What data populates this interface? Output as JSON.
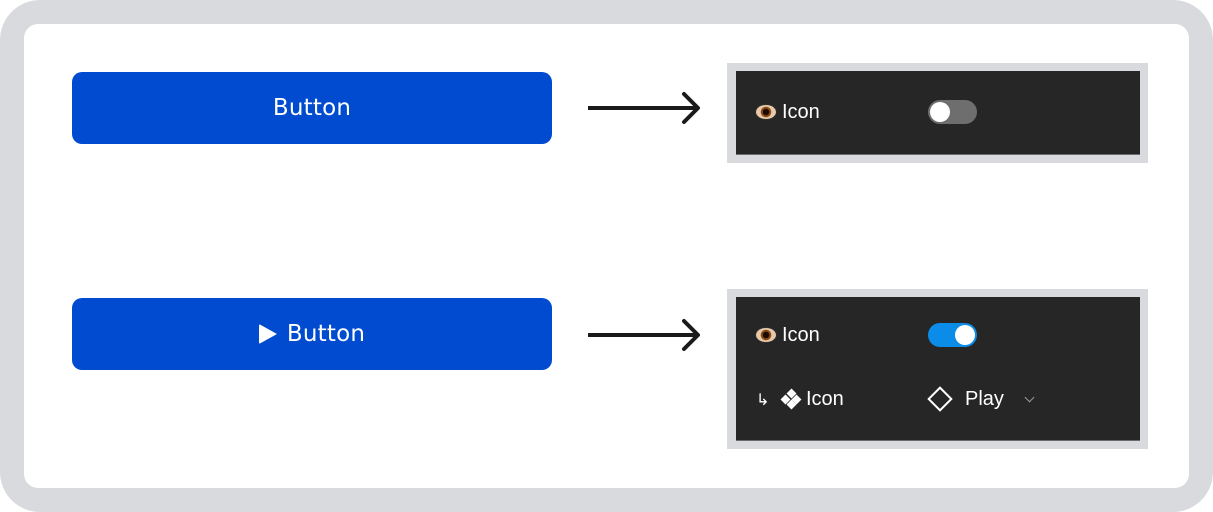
{
  "colors": {
    "frame": "#d9dadd",
    "button_bg": "#004bd0",
    "panel_bg": "#262626",
    "toggle_off": "#6e6e6e",
    "toggle_on": "#0c8ce9",
    "arrow": "#1a1a1a"
  },
  "examples": [
    {
      "button": {
        "label": "Button",
        "icon": null
      },
      "panel": {
        "rows": [
          {
            "icon": "eye-icon",
            "label": "Icon",
            "control": "toggle",
            "value": "off"
          }
        ]
      }
    },
    {
      "button": {
        "label": "Button",
        "icon": "play-icon"
      },
      "panel": {
        "rows": [
          {
            "icon": "eye-icon",
            "label": "Icon",
            "control": "toggle",
            "value": "on"
          },
          {
            "prefix_icon": "nested-arrow-icon",
            "prefix_glyph": "↳",
            "icon": "component-icon",
            "label": "Icon",
            "control": "instance-select",
            "value_icon": "diamond-icon",
            "value": "Play",
            "dropdown_icon": "chevron-down-icon"
          }
        ]
      }
    }
  ]
}
